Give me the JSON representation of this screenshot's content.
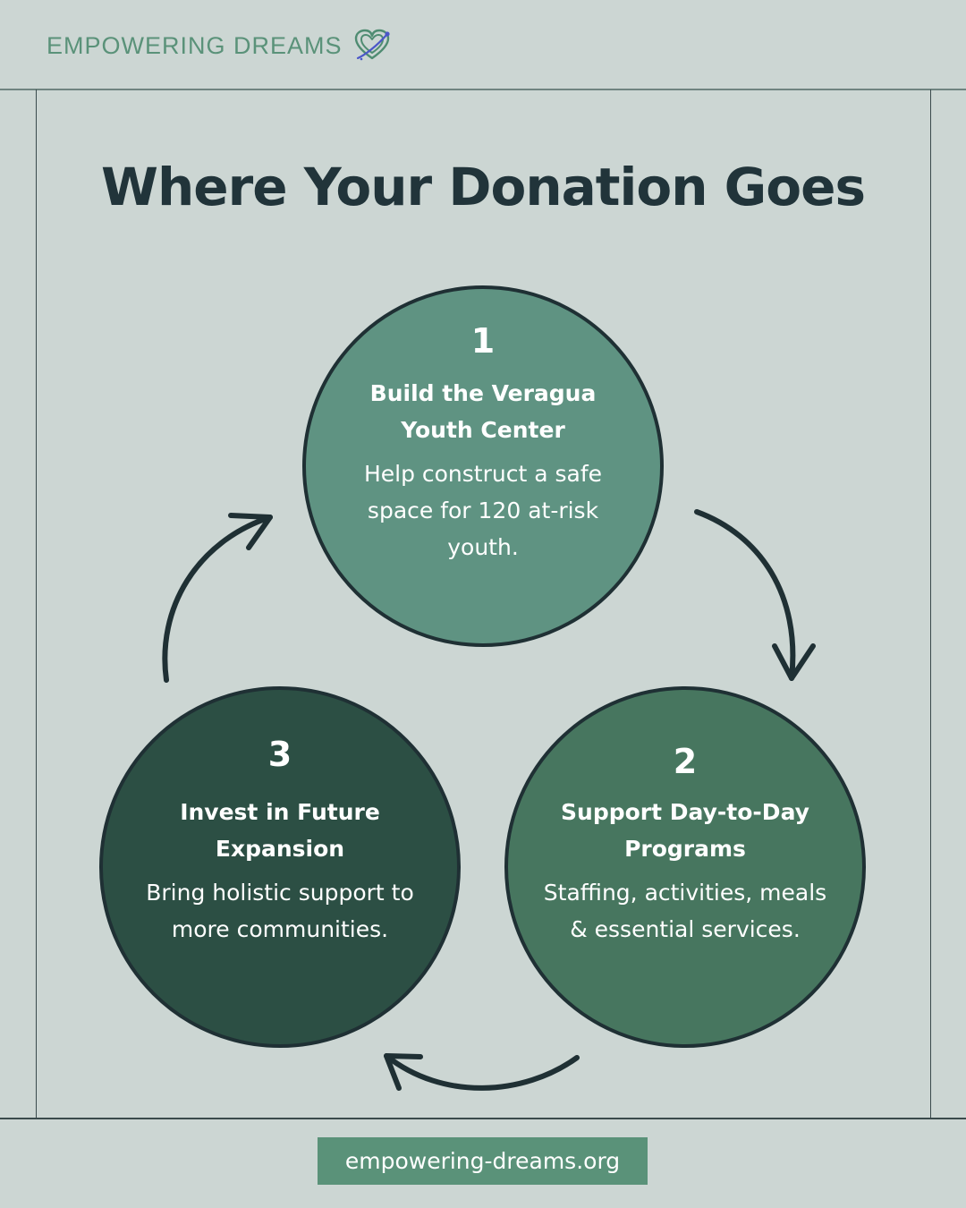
{
  "brand": {
    "name": "EMPOWERING DREAMS",
    "logo_icon": "heart-with-orbit-icon",
    "color": "#5a9279"
  },
  "title": "Where Your Donation Goes",
  "steps": [
    {
      "number": "1",
      "title": "Build the Veragua Youth Center",
      "description": "Help construct a safe space for 120 at-risk youth.",
      "color": "#5f9382"
    },
    {
      "number": "2",
      "title": "Support Day-to-Day Programs",
      "description": "Staffing, activities, meals & essential services.",
      "color": "#47765f"
    },
    {
      "number": "3",
      "title": "Invest in Future Expansion",
      "description": "Bring holistic support to more communities.",
      "color": "#2c4f44"
    }
  ],
  "arrows": [
    "arrow-step1-to-step2-icon",
    "arrow-step2-to-step3-icon",
    "arrow-step3-to-step1-icon"
  ],
  "footer": {
    "url": "empowering-dreams.org"
  },
  "colors": {
    "background": "#ccd6d3",
    "text_dark": "#21343a",
    "outline": "#1f3034"
  }
}
